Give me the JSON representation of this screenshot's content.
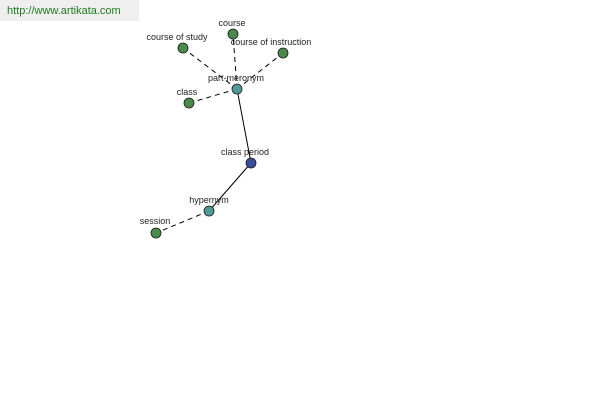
{
  "site": {
    "url": "http://www.artikata.com"
  },
  "graph": {
    "center": {
      "label": "class period",
      "color": "#3b4c9a"
    },
    "relations": {
      "part_meronym": {
        "label": "part-meronym",
        "color": "#4f9a94"
      },
      "hypernym": {
        "label": "hypernym",
        "color": "#4f9a94"
      }
    },
    "terms": {
      "course_of_study": {
        "label": "course of study",
        "color": "#4a8a4a"
      },
      "course": {
        "label": "course",
        "color": "#4a8a4a"
      },
      "course_of_instruction": {
        "label": "course of instruction",
        "color": "#4a8a4a"
      },
      "class": {
        "label": "class",
        "color": "#4a8a4a"
      },
      "session": {
        "label": "session",
        "color": "#4a8a4a"
      }
    }
  }
}
